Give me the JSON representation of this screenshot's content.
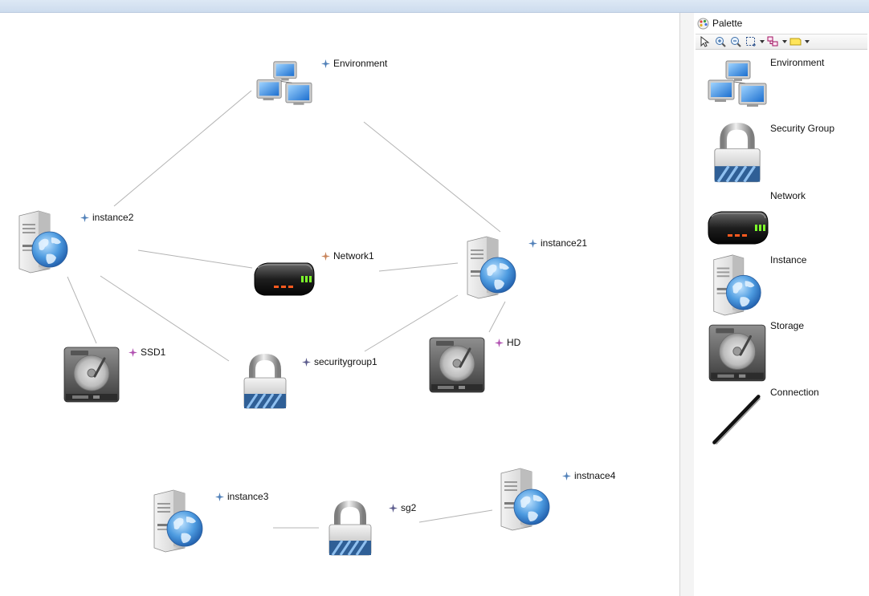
{
  "palette": {
    "title": "Palette",
    "items": [
      {
        "label": "Environment"
      },
      {
        "label": "Security Group"
      },
      {
        "label": "Network"
      },
      {
        "label": "Instance"
      },
      {
        "label": "Storage"
      },
      {
        "label": "Connection"
      }
    ]
  },
  "diagram": {
    "nodes": {
      "environment": {
        "label": "Environment",
        "kind": "environment-icon"
      },
      "instance2": {
        "label": "instance2",
        "kind": "server-icon"
      },
      "network1": {
        "label": "Network1",
        "kind": "router-icon"
      },
      "instance21": {
        "label": "instance21",
        "kind": "server-icon"
      },
      "ssd1": {
        "label": "SSD1",
        "kind": "hard-drive-icon"
      },
      "securitygroup1": {
        "label": "securitygroup1",
        "kind": "padlock-icon"
      },
      "hd": {
        "label": "HD",
        "kind": "hard-drive-icon"
      },
      "instance3": {
        "label": "instance3",
        "kind": "server-icon"
      },
      "sg2": {
        "label": "sg2",
        "kind": "padlock-icon"
      },
      "instnace4": {
        "label": "instnace4",
        "kind": "server-icon"
      }
    },
    "connections": [
      [
        "environment",
        "instance2"
      ],
      [
        "environment",
        "instance21"
      ],
      [
        "instance2",
        "network1"
      ],
      [
        "instance2",
        "ssd1"
      ],
      [
        "instance2",
        "securitygroup1"
      ],
      [
        "network1",
        "instance21"
      ],
      [
        "instance21",
        "securitygroup1"
      ],
      [
        "instance21",
        "hd"
      ],
      [
        "instance3",
        "sg2"
      ],
      [
        "sg2",
        "instnace4"
      ]
    ]
  },
  "colors": {
    "connection_line": "#b4b4b4",
    "label_marker_instance": "#4f7fb8",
    "label_marker_storage": "#b04fb0",
    "label_marker_network": "#c8845a",
    "label_marker_security": "#5a5a8c"
  }
}
